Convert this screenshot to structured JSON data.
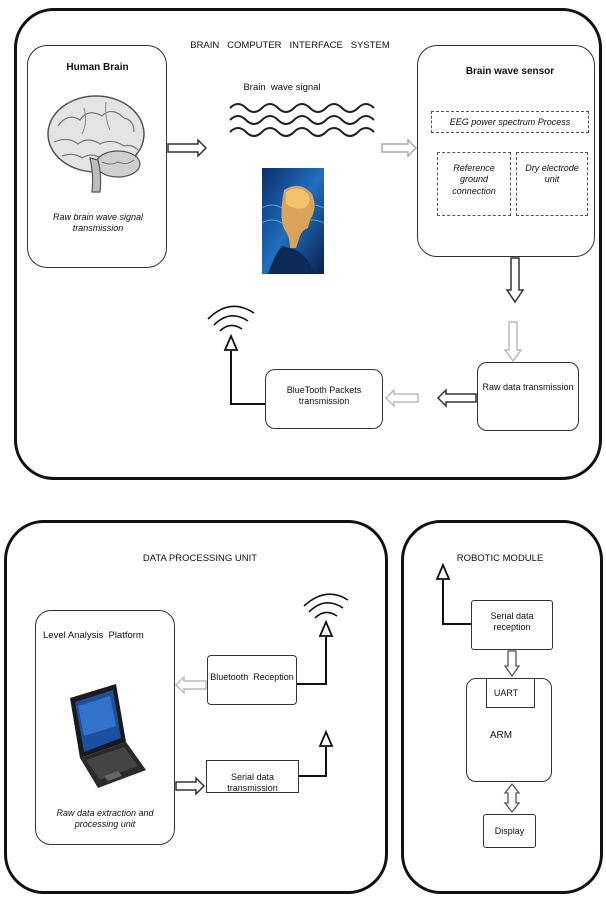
{
  "bci": {
    "title": "BRAIN   COMPUTER   INTERFACE   SYSTEM",
    "human_brain": {
      "title": "Human Brain",
      "caption": "Raw brain wave signal transmission"
    },
    "wave_label": "Brain  wave signal",
    "sensor": {
      "title": "Brain wave sensor",
      "process": "EEG power spectrum Process",
      "ref_ground": "Reference ground connection",
      "dry_electrode": "Dry electrode unit"
    },
    "raw_tx": "Raw data transmission",
    "bt_packets": "BlueTooth Packets transmission"
  },
  "dpu": {
    "title": "DATA PROCESSING UNIT",
    "platform": {
      "title": "Level Analysis  Platform",
      "caption": "Raw data extraction and processing unit"
    },
    "bt_reception": "Bluetooth  Reception",
    "serial_tx": "Serial data transmission"
  },
  "robot": {
    "title": "ROBOTIC MODULE",
    "serial_rx": "Serial data reception",
    "uart": "UART",
    "arm": "ARM",
    "display": "Display"
  }
}
